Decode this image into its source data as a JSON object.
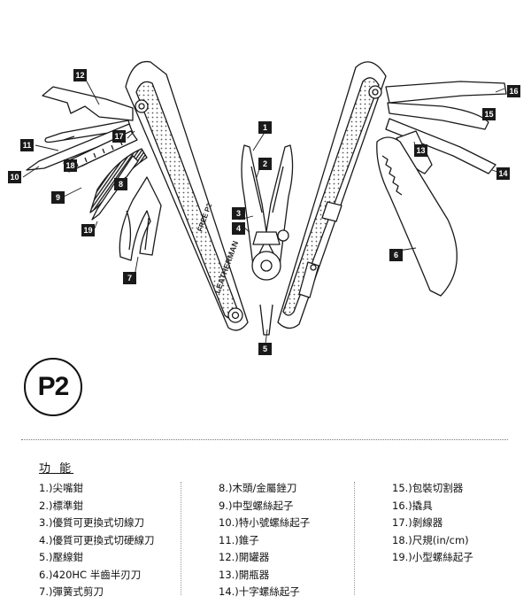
{
  "callouts": [
    "1",
    "2",
    "3",
    "4",
    "5",
    "6",
    "7",
    "8",
    "9",
    "10",
    "11",
    "12",
    "13",
    "14",
    "15",
    "16",
    "17",
    "18",
    "19"
  ],
  "tool_text": {
    "brand": "LEATHERMAN",
    "model_name": "FREE P2"
  },
  "model_label": "P2",
  "functions_heading": "功 能",
  "functions": [
    [
      "1.)尖嘴鉗",
      "2.)標準鉗",
      "3.)優質可更換式切線刀",
      "4.)優質可更換式切硬線刀",
      "5.)壓線鉗",
      "6.)420HC 半齒半刃刀",
      "7.)彈簧式剪刀"
    ],
    [
      "8.)木頭/金屬銼刀",
      "9.)中型螺絲起子",
      "10.)特小號螺絲起子",
      "11.)錐子",
      "12.)開罐器",
      "13.)開瓶器",
      "14.)十字螺絲起子"
    ],
    [
      "15.)包裝切割器",
      "16.)撬具",
      "17.)剝線器",
      "18.)尺規(in/cm)",
      "19.)小型螺絲起子"
    ]
  ]
}
